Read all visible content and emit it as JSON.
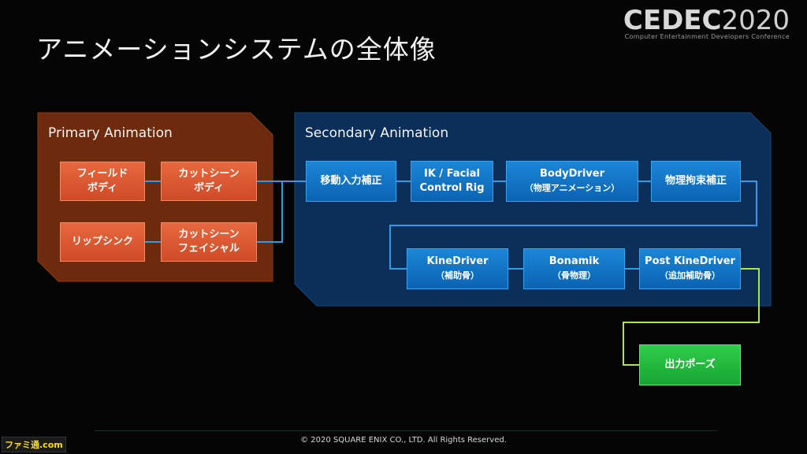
{
  "title": "アニメーションシステムの全体像",
  "logo": {
    "main_bold": "CEDEC",
    "main_year": "2020",
    "sub": "Computer Entertainment Developers Conference"
  },
  "panels": {
    "primary": {
      "label": "Primary Animation",
      "color": "#6e2a0d"
    },
    "secondary": {
      "label": "Secondary Animation",
      "color": "#0b2f58"
    }
  },
  "primary_boxes": {
    "field_body": "フィールド\nボディ",
    "cutscene_body": "カットシーン\nボディ",
    "lipsync": "リップシンク",
    "cutscene_facial": "カットシーン\nフェイシャル"
  },
  "secondary_boxes": {
    "move_input": "移動入力補正",
    "ik_facial": "IK / Facial\nControl Rig",
    "bodydriver_name": "BodyDriver",
    "bodydriver_note": "（物理アニメーション）",
    "physics_constraint": "物理拘束補正",
    "kinedriver_name": "KineDriver",
    "kinedriver_note": "（補助骨）",
    "bonamik_name": "Bonamik",
    "bonamik_note": "（骨物理）",
    "post_kinedriver_name": "Post KineDriver",
    "post_kinedriver_note": "（追加補助骨）"
  },
  "output_box": "出力ポーズ",
  "colors": {
    "orange": "#d9552f",
    "blue": "#127ad0",
    "green": "#25c03f",
    "connector_blue": "#2e9be8",
    "connector_green": "#a8e84a"
  },
  "footer": "© 2020 SQUARE ENIX CO., LTD. All Rights Reserved.",
  "watermark": "ファミ通.com"
}
